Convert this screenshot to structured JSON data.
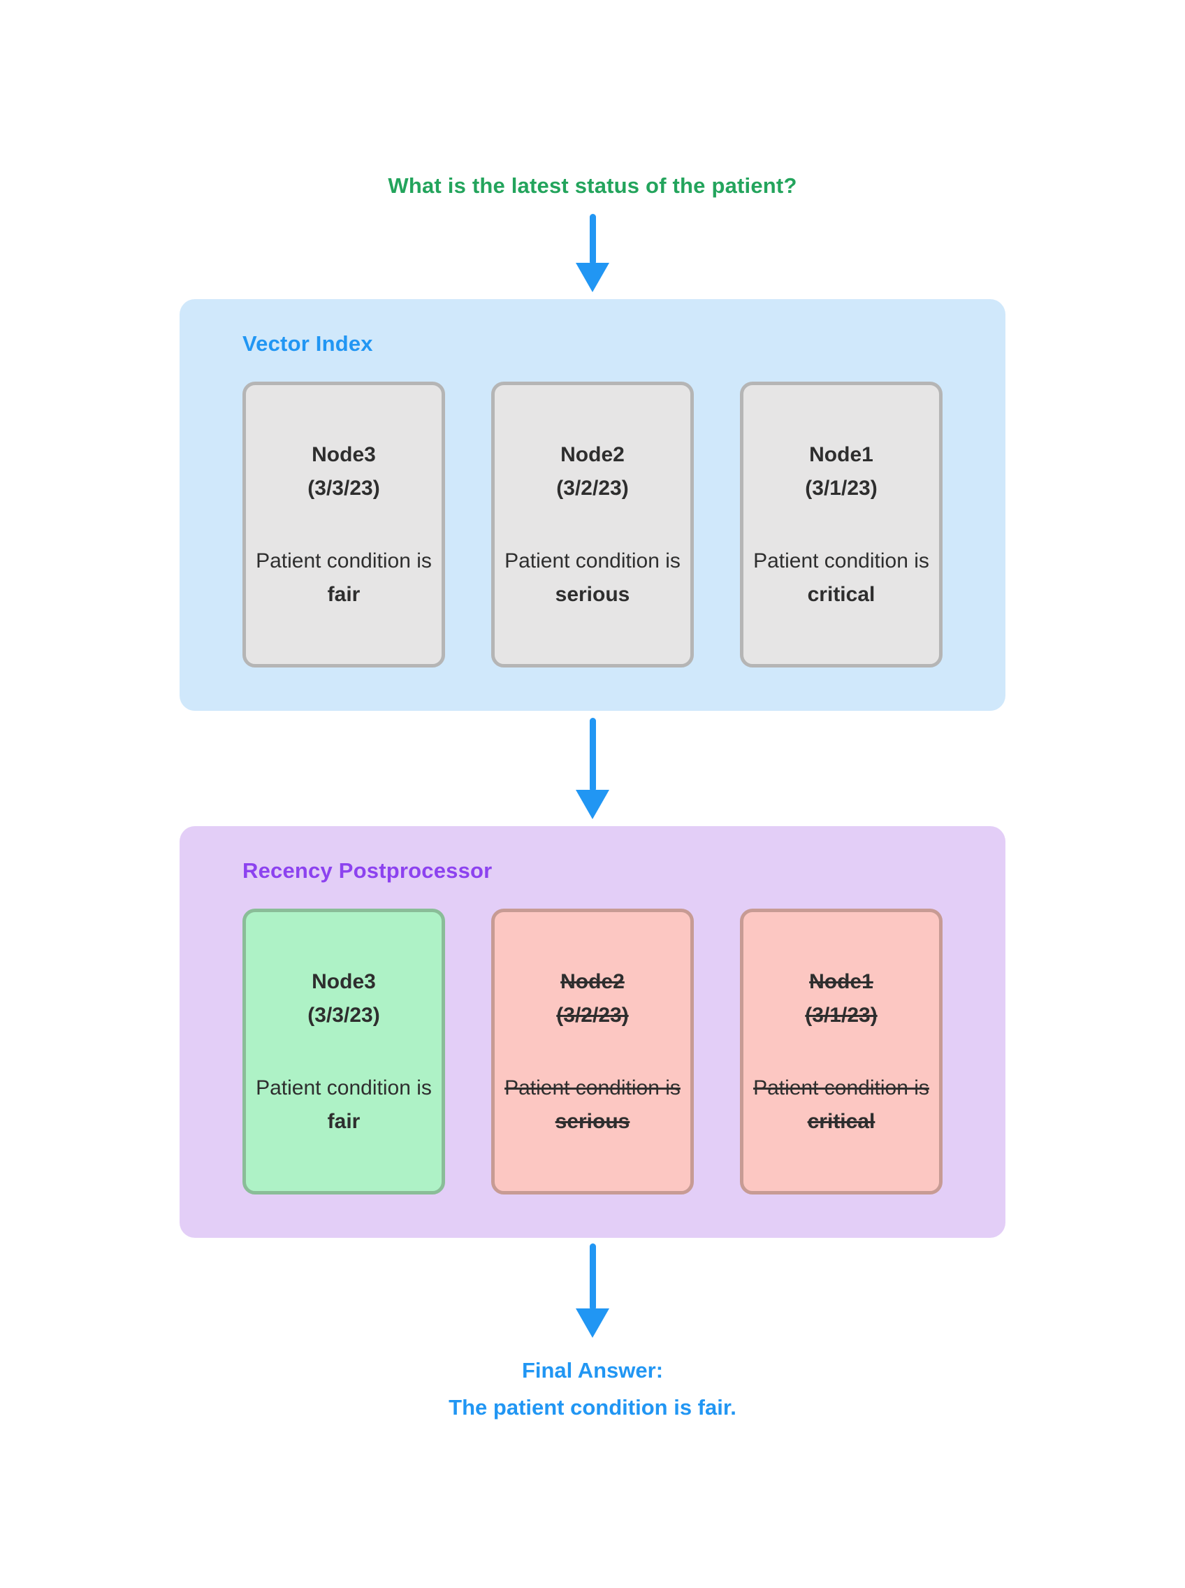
{
  "question": "What is the latest status of the patient?",
  "sections": [
    {
      "title": "Vector Index",
      "nodes": [
        {
          "name": "Node3",
          "date": "(3/3/23)",
          "body": "Patient condition is",
          "status": "fair",
          "state": "retrieved"
        },
        {
          "name": "Node2",
          "date": "(3/2/23)",
          "body": "Patient condition is",
          "status": "serious",
          "state": "retrieved"
        },
        {
          "name": "Node1",
          "date": "(3/1/23)",
          "body": "Patient condition is",
          "status": "critical",
          "state": "retrieved"
        }
      ]
    },
    {
      "title": "Recency Postprocessor",
      "nodes": [
        {
          "name": "Node3",
          "date": "(3/3/23)",
          "body": "Patient condition is",
          "status": "fair",
          "state": "kept"
        },
        {
          "name": "Node2",
          "date": "(3/2/23)",
          "body": "Patient condition is",
          "status": "serious",
          "state": "discarded"
        },
        {
          "name": "Node1",
          "date": "(3/1/23)",
          "body": "Patient condition is",
          "status": "critical",
          "state": "discarded"
        }
      ]
    }
  ],
  "final_answer": {
    "label": "Final Answer:",
    "text": "The patient condition is fair."
  },
  "colors": {
    "question_green": "#23A45C",
    "arrow_blue": "#2196F3",
    "vector_panel_bg": "#D0E8FB",
    "vector_title_blue": "#2196F3",
    "recency_panel_bg": "#E3CEF7",
    "recency_title_purple": "#8C42EF",
    "gray_card_bg": "#E6E5E5",
    "gray_card_border": "#B5B5B5",
    "kept_card_bg": "#AEF2C6",
    "kept_card_border": "#8ABD98",
    "discarded_card_bg": "#FCC7C2",
    "discarded_card_border": "#C79B94",
    "card_text": "#2E2E2E"
  }
}
